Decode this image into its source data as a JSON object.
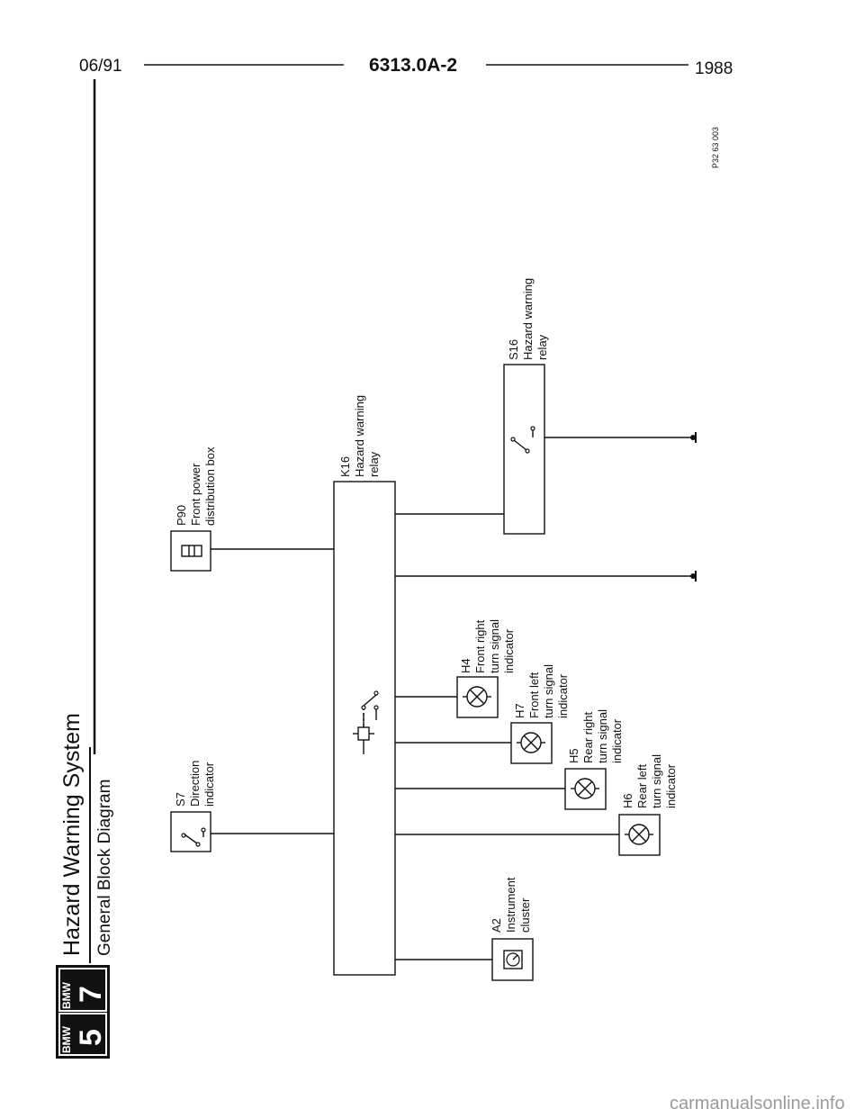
{
  "header": {
    "date": "06/91",
    "doc_number": "6313.0A-2",
    "year": "1988"
  },
  "title": {
    "main": "Hazard Warning System",
    "sub": "General Block Diagram"
  },
  "logo": {
    "left_brand": "BMW",
    "left_series": "5",
    "right_brand": "BMW",
    "right_series": "7"
  },
  "ref_code": "P32 63 003",
  "components": {
    "s7": {
      "id": "S7",
      "line1": "Direction",
      "line2": "indicator"
    },
    "p90": {
      "id": "P90",
      "line1": "Front power",
      "line2": "distribution box"
    },
    "k16": {
      "id": "K16",
      "line1": "Hazard warning",
      "line2": "relay"
    },
    "s16": {
      "id": "S16",
      "line1": "Hazard warning",
      "line2": "relay"
    },
    "a2": {
      "id": "A2",
      "line1": "Instrument",
      "line2": "cluster"
    },
    "h4": {
      "id": "H4",
      "line1": "Front right",
      "line2": "turn signal",
      "line3": "indicator"
    },
    "h7": {
      "id": "H7",
      "line1": "Front left",
      "line2": "turn signal",
      "line3": "indicator"
    },
    "h5": {
      "id": "H5",
      "line1": "Rear right",
      "line2": "turn signal",
      "line3": "indicator"
    },
    "h6": {
      "id": "H6",
      "line1": "Rear left",
      "line2": "turn signal",
      "line3": "indicator"
    }
  },
  "watermark": "carmanualsonline.info"
}
